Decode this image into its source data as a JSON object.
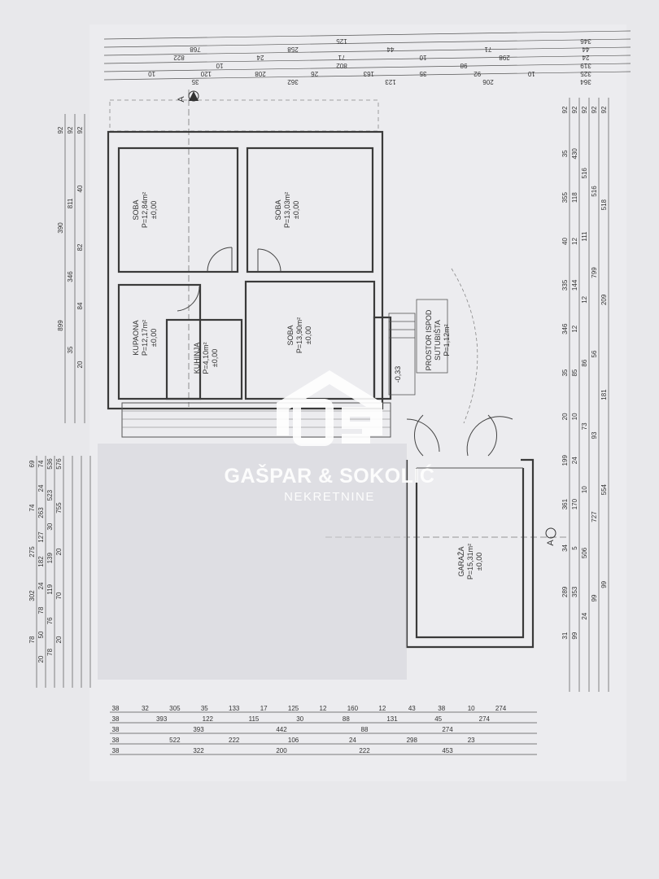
{
  "plan": {
    "rooms": [
      {
        "id": "soba1",
        "name": "SOBA",
        "area": "P=12,84m²",
        "level": "±0,00"
      },
      {
        "id": "soba2",
        "name": "SOBA",
        "area": "P=13,03m²",
        "level": "±0,00"
      },
      {
        "id": "kupaona",
        "name": "KUPAONA",
        "area": "P=12,17m²",
        "level": "±0,00"
      },
      {
        "id": "kuhinja",
        "name": "KUHINJA",
        "area": "P=4,10m²",
        "level": "±0,00"
      },
      {
        "id": "soba3",
        "name": "SOBA",
        "area": "P=13,90m²",
        "level": "±0,00"
      },
      {
        "id": "prostor",
        "name": "PROSTOR ISPOD",
        "name2": "SUTUBIŠTA",
        "area": "P=1,12m²",
        "level": ""
      },
      {
        "id": "garaza",
        "name": "GARAŽA",
        "area": "P=15,31m²",
        "level": "±0,00"
      }
    ],
    "stair_level": "-0,33",
    "section_mark_top": "A",
    "section_mark_right": "A"
  },
  "dims": {
    "top": [
      [
        "346",
        "125"
      ],
      [
        "44",
        "71",
        "44",
        "258",
        "768"
      ],
      [
        "24",
        "298",
        "10",
        "71",
        "24",
        "822"
      ],
      [
        "319",
        "98",
        "802",
        "10"
      ],
      [
        "325",
        "10",
        "92",
        "35",
        "163",
        "26",
        "208",
        "120",
        "10"
      ],
      [
        "364",
        "206",
        "123",
        "362",
        "35"
      ]
    ],
    "left": [
      [
        "92",
        "390",
        "899"
      ],
      [
        "92",
        "811",
        "346",
        "35"
      ],
      [
        "92",
        "40",
        "82",
        "84",
        "20"
      ],
      [
        "69",
        "74",
        "275",
        "302",
        "78"
      ],
      [
        "74",
        "24",
        "263",
        "127",
        "182",
        "24",
        "78",
        "50",
        "20"
      ],
      [
        "536",
        "523",
        "30",
        "139",
        "119",
        "76",
        "78"
      ],
      [
        "576",
        "755",
        "20",
        "70",
        "20"
      ]
    ],
    "right": [
      [
        "92",
        "35",
        "355",
        "40",
        "335",
        "346",
        "35",
        "20",
        "199",
        "361",
        "34",
        "289",
        "31"
      ],
      [
        "92",
        "430",
        "118",
        "12",
        "144",
        "12",
        "85",
        "10",
        "24",
        "170",
        "5",
        "353",
        "99"
      ],
      [
        "92",
        "516",
        "111",
        "12",
        "86",
        "73",
        "10",
        "506",
        "24"
      ],
      [
        "92",
        "516",
        "799",
        "56",
        "93",
        "727",
        "99"
      ],
      [
        "92",
        "518",
        "209",
        "181",
        "554",
        "99"
      ]
    ],
    "bottom": [
      [
        "38",
        "32",
        "305",
        "35",
        "133",
        "17",
        "125",
        "12",
        "160",
        "12",
        "43",
        "38",
        "10",
        "274"
      ],
      [
        "38",
        "393",
        "122",
        "115",
        "30",
        "88",
        "131",
        "45",
        "274"
      ],
      [
        "38",
        "393",
        "442",
        "88",
        "274"
      ],
      [
        "38",
        "522",
        "222",
        "106",
        "24",
        "298",
        "23"
      ],
      [
        "38",
        "322",
        "200",
        "222",
        "453"
      ]
    ]
  },
  "watermark": {
    "brand": "GAŠPAR & SOKOLIĆ",
    "sub": "NEKRETNINE"
  }
}
